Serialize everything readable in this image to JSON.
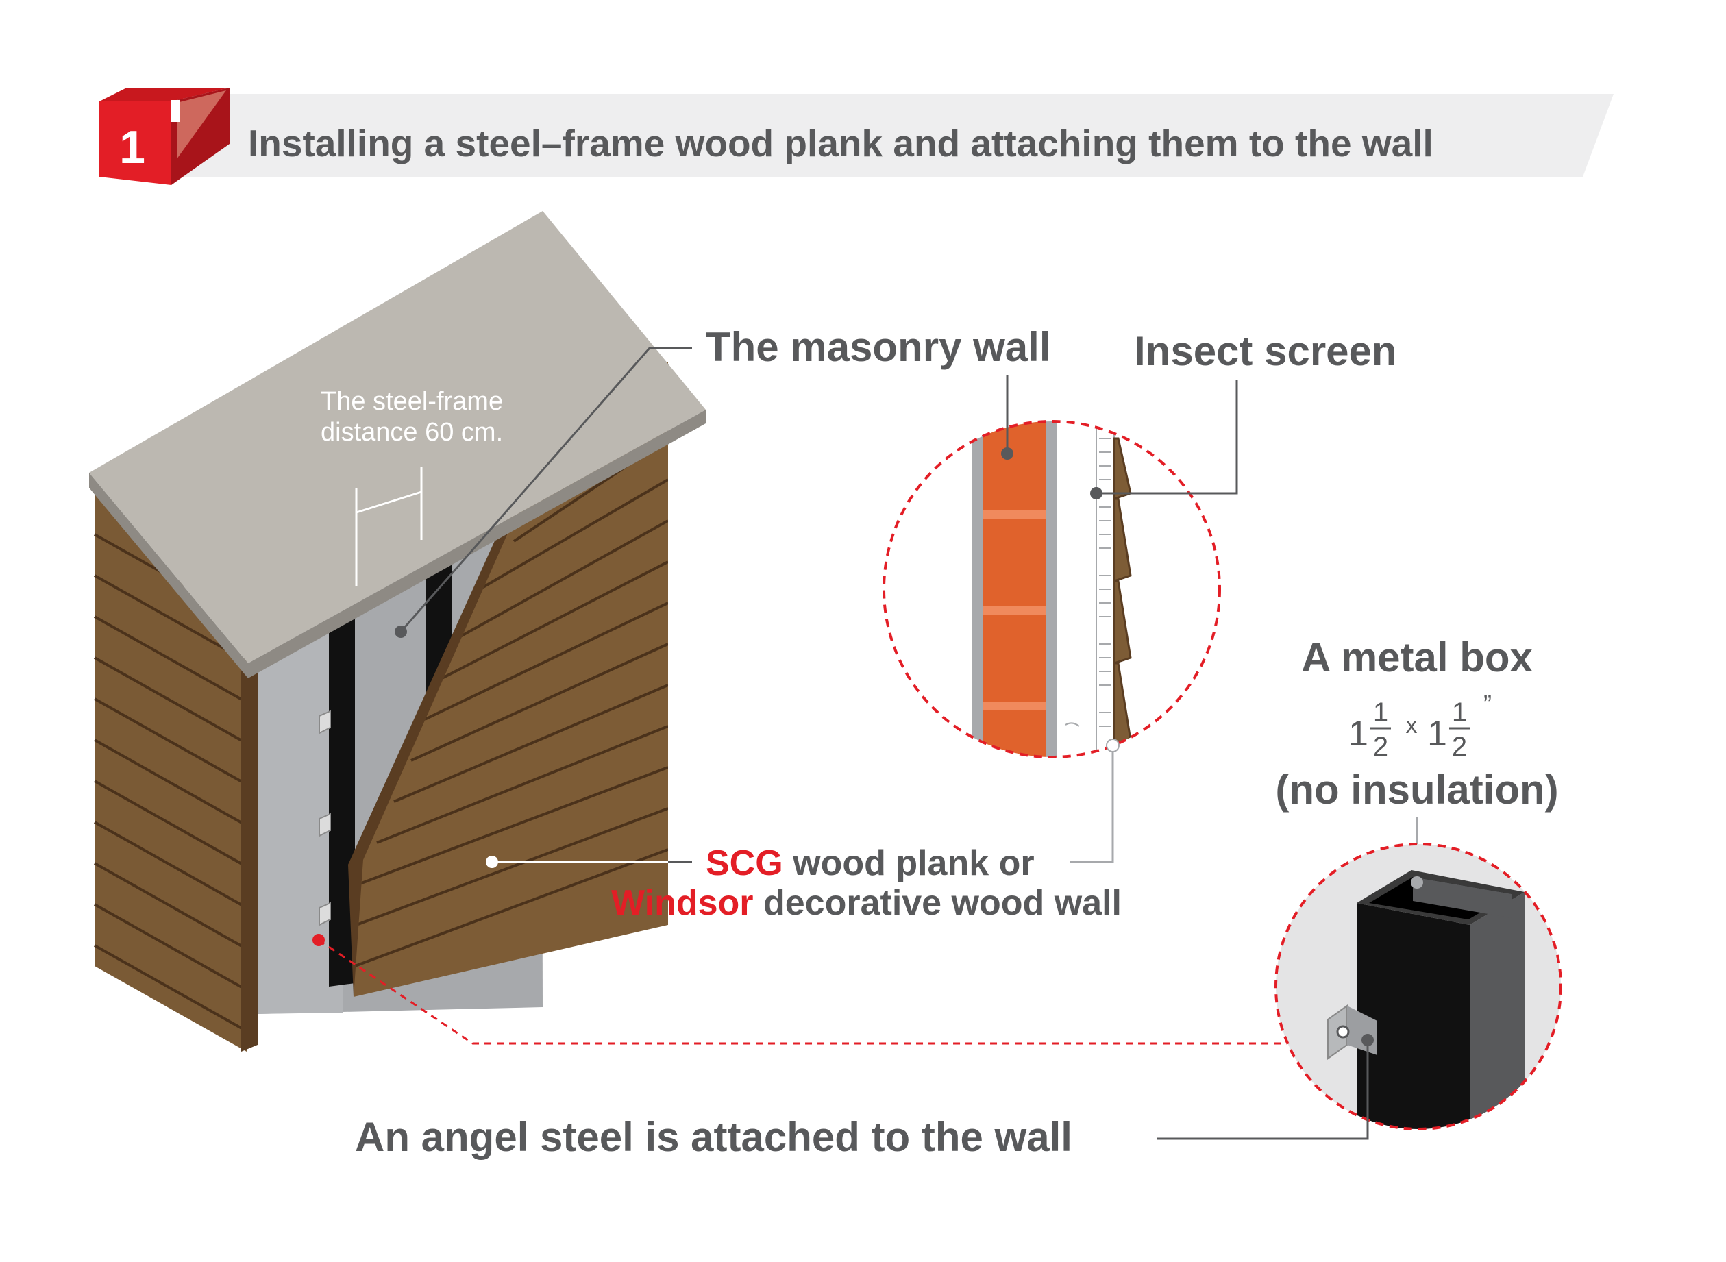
{
  "header": {
    "step_number": "1",
    "title": "Installing a steel–frame wood plank and attaching them to the wall"
  },
  "labels": {
    "steel_frame_line1": "The steel-frame",
    "steel_frame_line2": "distance 60 cm.",
    "masonry_wall": "The masonry wall",
    "insect_screen": "Insect screen",
    "metal_box": "A metal box",
    "metal_box_size_whole_1": "1",
    "metal_box_size_num_1": "1",
    "metal_box_size_den_1": "2",
    "metal_box_size_times": "x",
    "metal_box_size_whole_2": "1",
    "metal_box_size_num_2": "1",
    "metal_box_size_den_2": "2",
    "metal_box_size_unit": "”",
    "no_insulation": "(no insulation)",
    "scg_brand": "SCG",
    "scg_rest": " wood plank or",
    "windsor_brand": "Windsor",
    "windsor_rest": " decorative wood wall",
    "angle_steel": "An angel steel is attached to the wall"
  },
  "colors": {
    "brand_red": "#e31e26",
    "label_gray": "#58595b",
    "wood": "#7d5c36",
    "wood_dark": "#5a3d22",
    "roof": "#bcb8b1",
    "concrete": "#a7a9ac",
    "brick": "#e0622c"
  }
}
